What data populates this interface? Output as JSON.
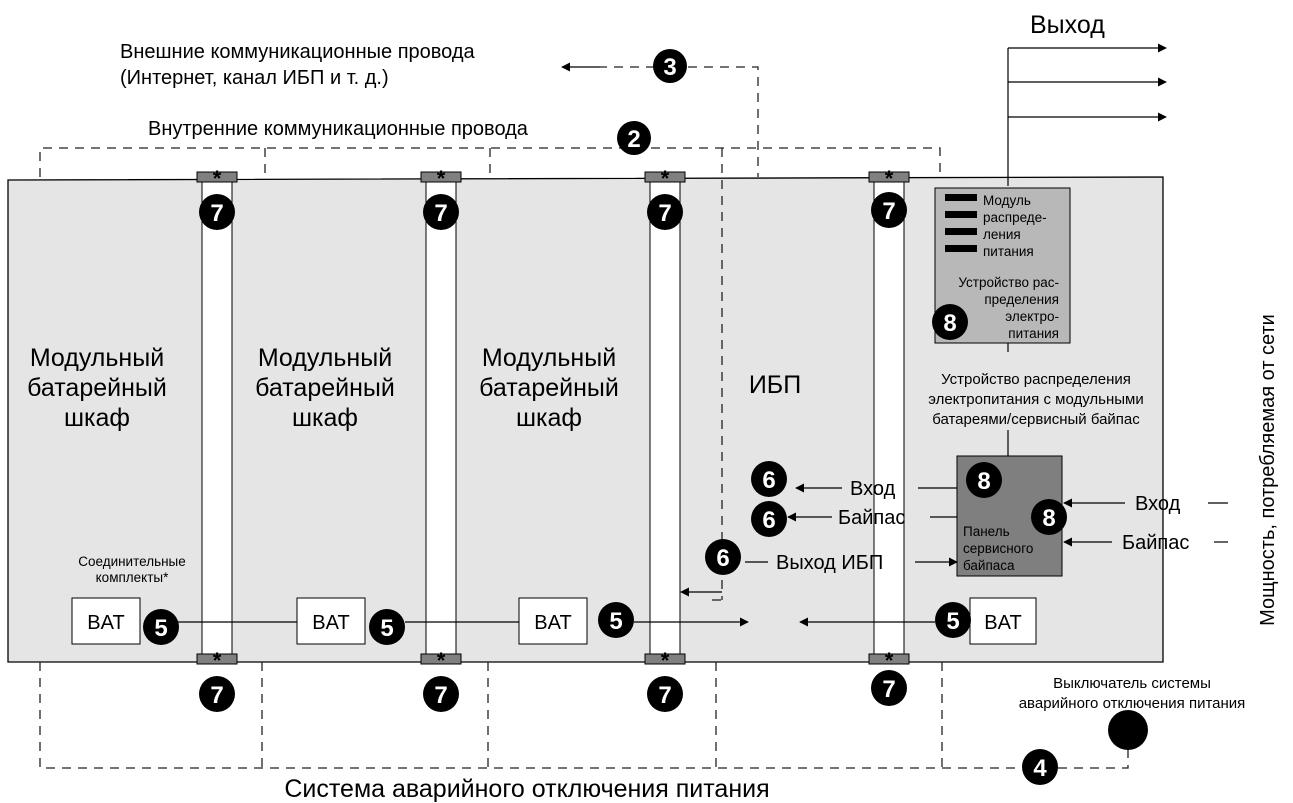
{
  "title_output": "Выход",
  "external_wires": [
    "Внешние коммуникационные провода",
    "(Интернет, канал ИБП и т. д.)"
  ],
  "internal_wires": "Внутренние коммуникационные провода",
  "cabinets": [
    [
      "Модульный",
      "батарейный",
      "шкаф"
    ],
    [
      "Модульный",
      "батарейный",
      "шкаф"
    ],
    [
      "Модульный",
      "батарейный",
      "шкаф"
    ]
  ],
  "ups_label": "ИБП",
  "pdm_legend": [
    "Модуль",
    "распреде-",
    "ления",
    "питания"
  ],
  "pdu_label": [
    "Устройство рас-",
    "пределения",
    "электро-",
    "питания"
  ],
  "pdu_desc": [
    "Устройство распределения",
    "электропитания с модульными",
    "батареями/сервисный байпас"
  ],
  "bypass_panel": [
    "Панель",
    "сервисного",
    "байпаса"
  ],
  "left_io": {
    "input": "Вход",
    "bypass": "Байпас",
    "ups_out": "Выход ИБП"
  },
  "right_io": {
    "input": "Вход",
    "bypass": "Байпас"
  },
  "connect_kits": [
    "Соединительные",
    "комплекты*"
  ],
  "bat_label": "BAT",
  "epo_switch": [
    "Выключатель системы",
    "аварийного отключения питания"
  ],
  "epo_system": "Система аварийного отключения питания",
  "side_label": "Мощность, потребляемая от сети",
  "badges": {
    "b2": "2",
    "b3": "3",
    "b4": "4",
    "b5": "5",
    "b6": "6",
    "b7": "7",
    "b8": "8"
  },
  "star": "*"
}
